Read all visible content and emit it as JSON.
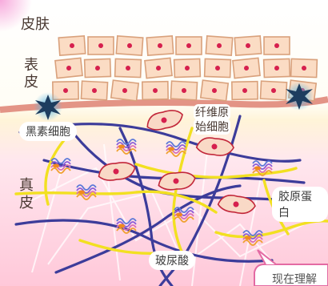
{
  "labels": {
    "skin": "皮肤",
    "epidermis_1": "表",
    "epidermis_2": "皮",
    "melanocyte": "黑素细胞",
    "fibroblast_1": "纤维原",
    "fibroblast_2": "始细胞",
    "dermis_1": "真",
    "dermis_2": "皮",
    "collagen": "胶原蛋白",
    "hyaluronic_acid": "玻尿酸",
    "corner_text": "现在理解"
  },
  "colors": {
    "cell_fill": "#fbdcc4",
    "cell_border": "#d9a17c",
    "nucleus": "#d6204e",
    "basement": "#e39486",
    "elastin_fiber": "#3c3c9a",
    "collagen_fiber": "#f2e021",
    "melanocyte_star": "#1d3d5f",
    "fibroblast_fill": "#f9d9c6",
    "fibroblast_border": "#c2273a",
    "dermis_pink": "#ffc8d9"
  }
}
